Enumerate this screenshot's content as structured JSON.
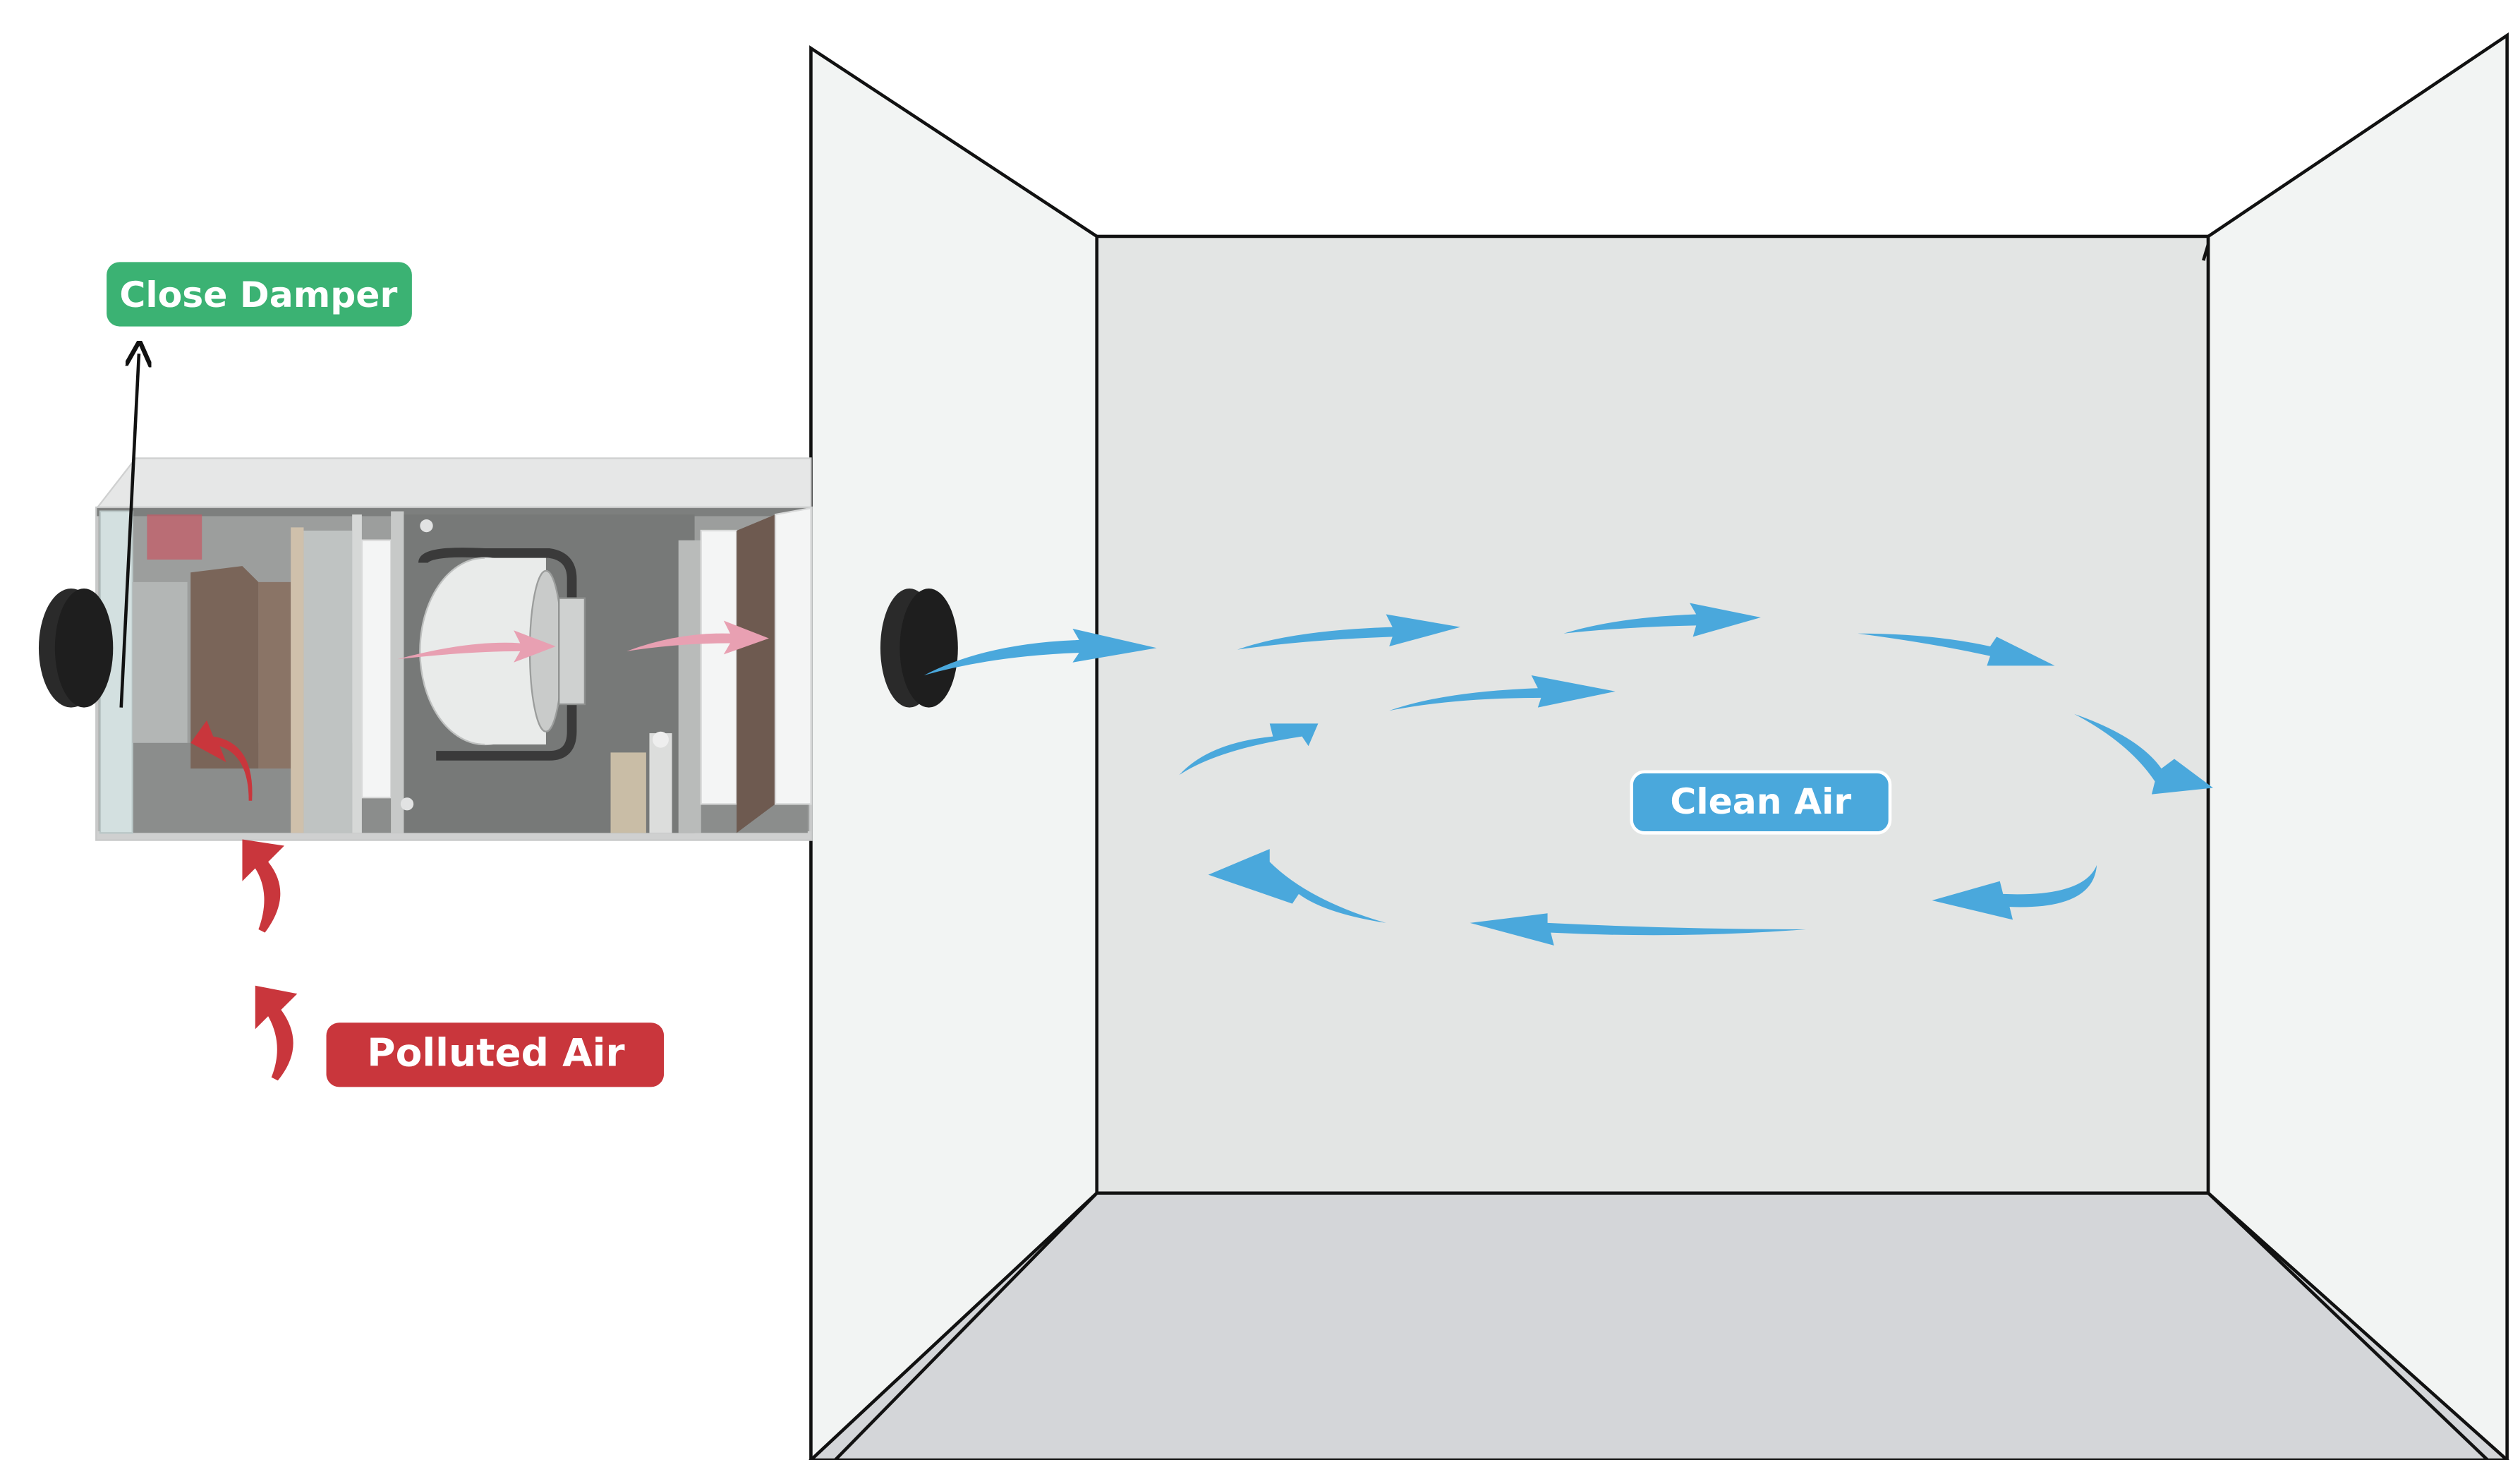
{
  "labels": {
    "close_damper": "Close Damper",
    "polluted_air": "Polluted Air",
    "clean_air": "Clean Air"
  },
  "colors": {
    "close_damper_bg": "#3bb273",
    "polluted_air_bg": "#c9363c",
    "clean_air_bg": "#4aa8dc",
    "clean_air_arrow": "#4aa8dc",
    "polluted_air_arrow": "#c9363c",
    "internal_flow_arrow": "#e8a0b2",
    "side_wall": "#f2f4f3",
    "back_wall": "#e3e5e4",
    "floor": "#d4d6d9",
    "unit_body": "#9c9e9d",
    "outline": "#111111"
  },
  "icons": {
    "room_inlet": "duct-outlet-icon",
    "unit_inlet": "duct-inlet-icon",
    "fan": "centrifugal-fan-icon"
  }
}
